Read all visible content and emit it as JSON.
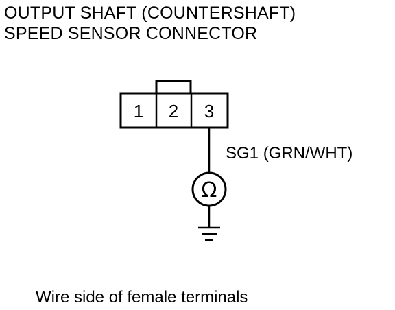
{
  "title": {
    "line1": "OUTPUT SHAFT (COUNTERSHAFT)",
    "line2": "SPEED SENSOR CONNECTOR"
  },
  "connector": {
    "pins": [
      "1",
      "2",
      "3"
    ]
  },
  "wire": {
    "label": "SG1 (GRN/WHT)"
  },
  "meter": {
    "symbol": "Ω",
    "icon": "ohmmeter-icon"
  },
  "ground": {
    "icon": "ground-icon"
  },
  "caption": "Wire side of female terminals"
}
